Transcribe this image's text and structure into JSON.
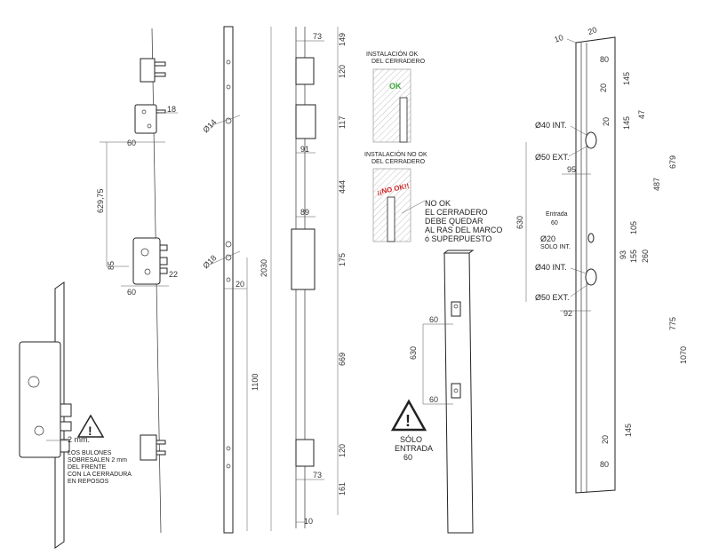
{
  "panel1": {
    "dims": {
      "d18": "18",
      "d60a": "60",
      "d629": "629,75",
      "d85": "85",
      "d22": "22",
      "d60b": "60"
    },
    "warning": {
      "gap": "2 mm.",
      "text": [
        "LOS BULONES",
        "SOBRESALEN 2 mm",
        "DEL FRENTE",
        "CON LA CERRADURA",
        "EN REPOSOS"
      ]
    }
  },
  "panel2": {
    "dims": {
      "d14": "Ø14",
      "d18": "Ø18",
      "d20": "20",
      "d1100": "1100",
      "d2030": "2030"
    }
  },
  "panel3": {
    "dims": {
      "d73a": "73",
      "d149": "149",
      "d120a": "120",
      "d117": "117",
      "d91": "91",
      "d444": "444",
      "d89": "89",
      "d175": "175",
      "d669": "669",
      "d120b": "120",
      "d73b": "73",
      "d161": "161",
      "d10": "10"
    }
  },
  "install": {
    "ok_title": [
      "INSTALACIÓN OK",
      "DEL CERRADERO"
    ],
    "ok_badge": "OK",
    "nook_title": [
      "INSTALACIÓN NO OK",
      "DEL CERRADERO"
    ],
    "nook_badge": "¡¡NO OK!!",
    "nook_note": [
      "NO OK",
      "EL CERRADERO",
      "DEBE QUEDAR",
      "AL RAS DEL MARCO",
      "ó SUPERPUESTO"
    ]
  },
  "strike": {
    "dims": {
      "d60a": "60",
      "d630": "630",
      "d60b": "60"
    },
    "warning": [
      "SÓLO",
      "ENTRADA",
      "60"
    ]
  },
  "frame": {
    "dims": {
      "d10": "10",
      "d20": "20",
      "d80a": "80",
      "d20a": "20",
      "d145a": "145",
      "d47": "47",
      "d145b": "145",
      "d20b": "20",
      "d95": "95",
      "d679": "679",
      "d487": "487",
      "d630": "630",
      "d60": "60",
      "d105": "105",
      "d93": "93",
      "d155": "155",
      "d260": "260",
      "d92": "92",
      "d775": "775",
      "d1070": "1070",
      "d145c": "145",
      "d20c": "20",
      "d80b": "80"
    },
    "labels": {
      "o40a": "Ø40 INT.",
      "o50a": "Ø50 EXT.",
      "entrada": "Entrada",
      "o20": "Ø20",
      "solo": "SÓLO INT.",
      "o40b": "Ø40 INT.",
      "o50b": "Ø50 EXT."
    }
  },
  "colors": {
    "ok": "#3aa63a",
    "nook": "#d02020",
    "line": "#222222"
  }
}
